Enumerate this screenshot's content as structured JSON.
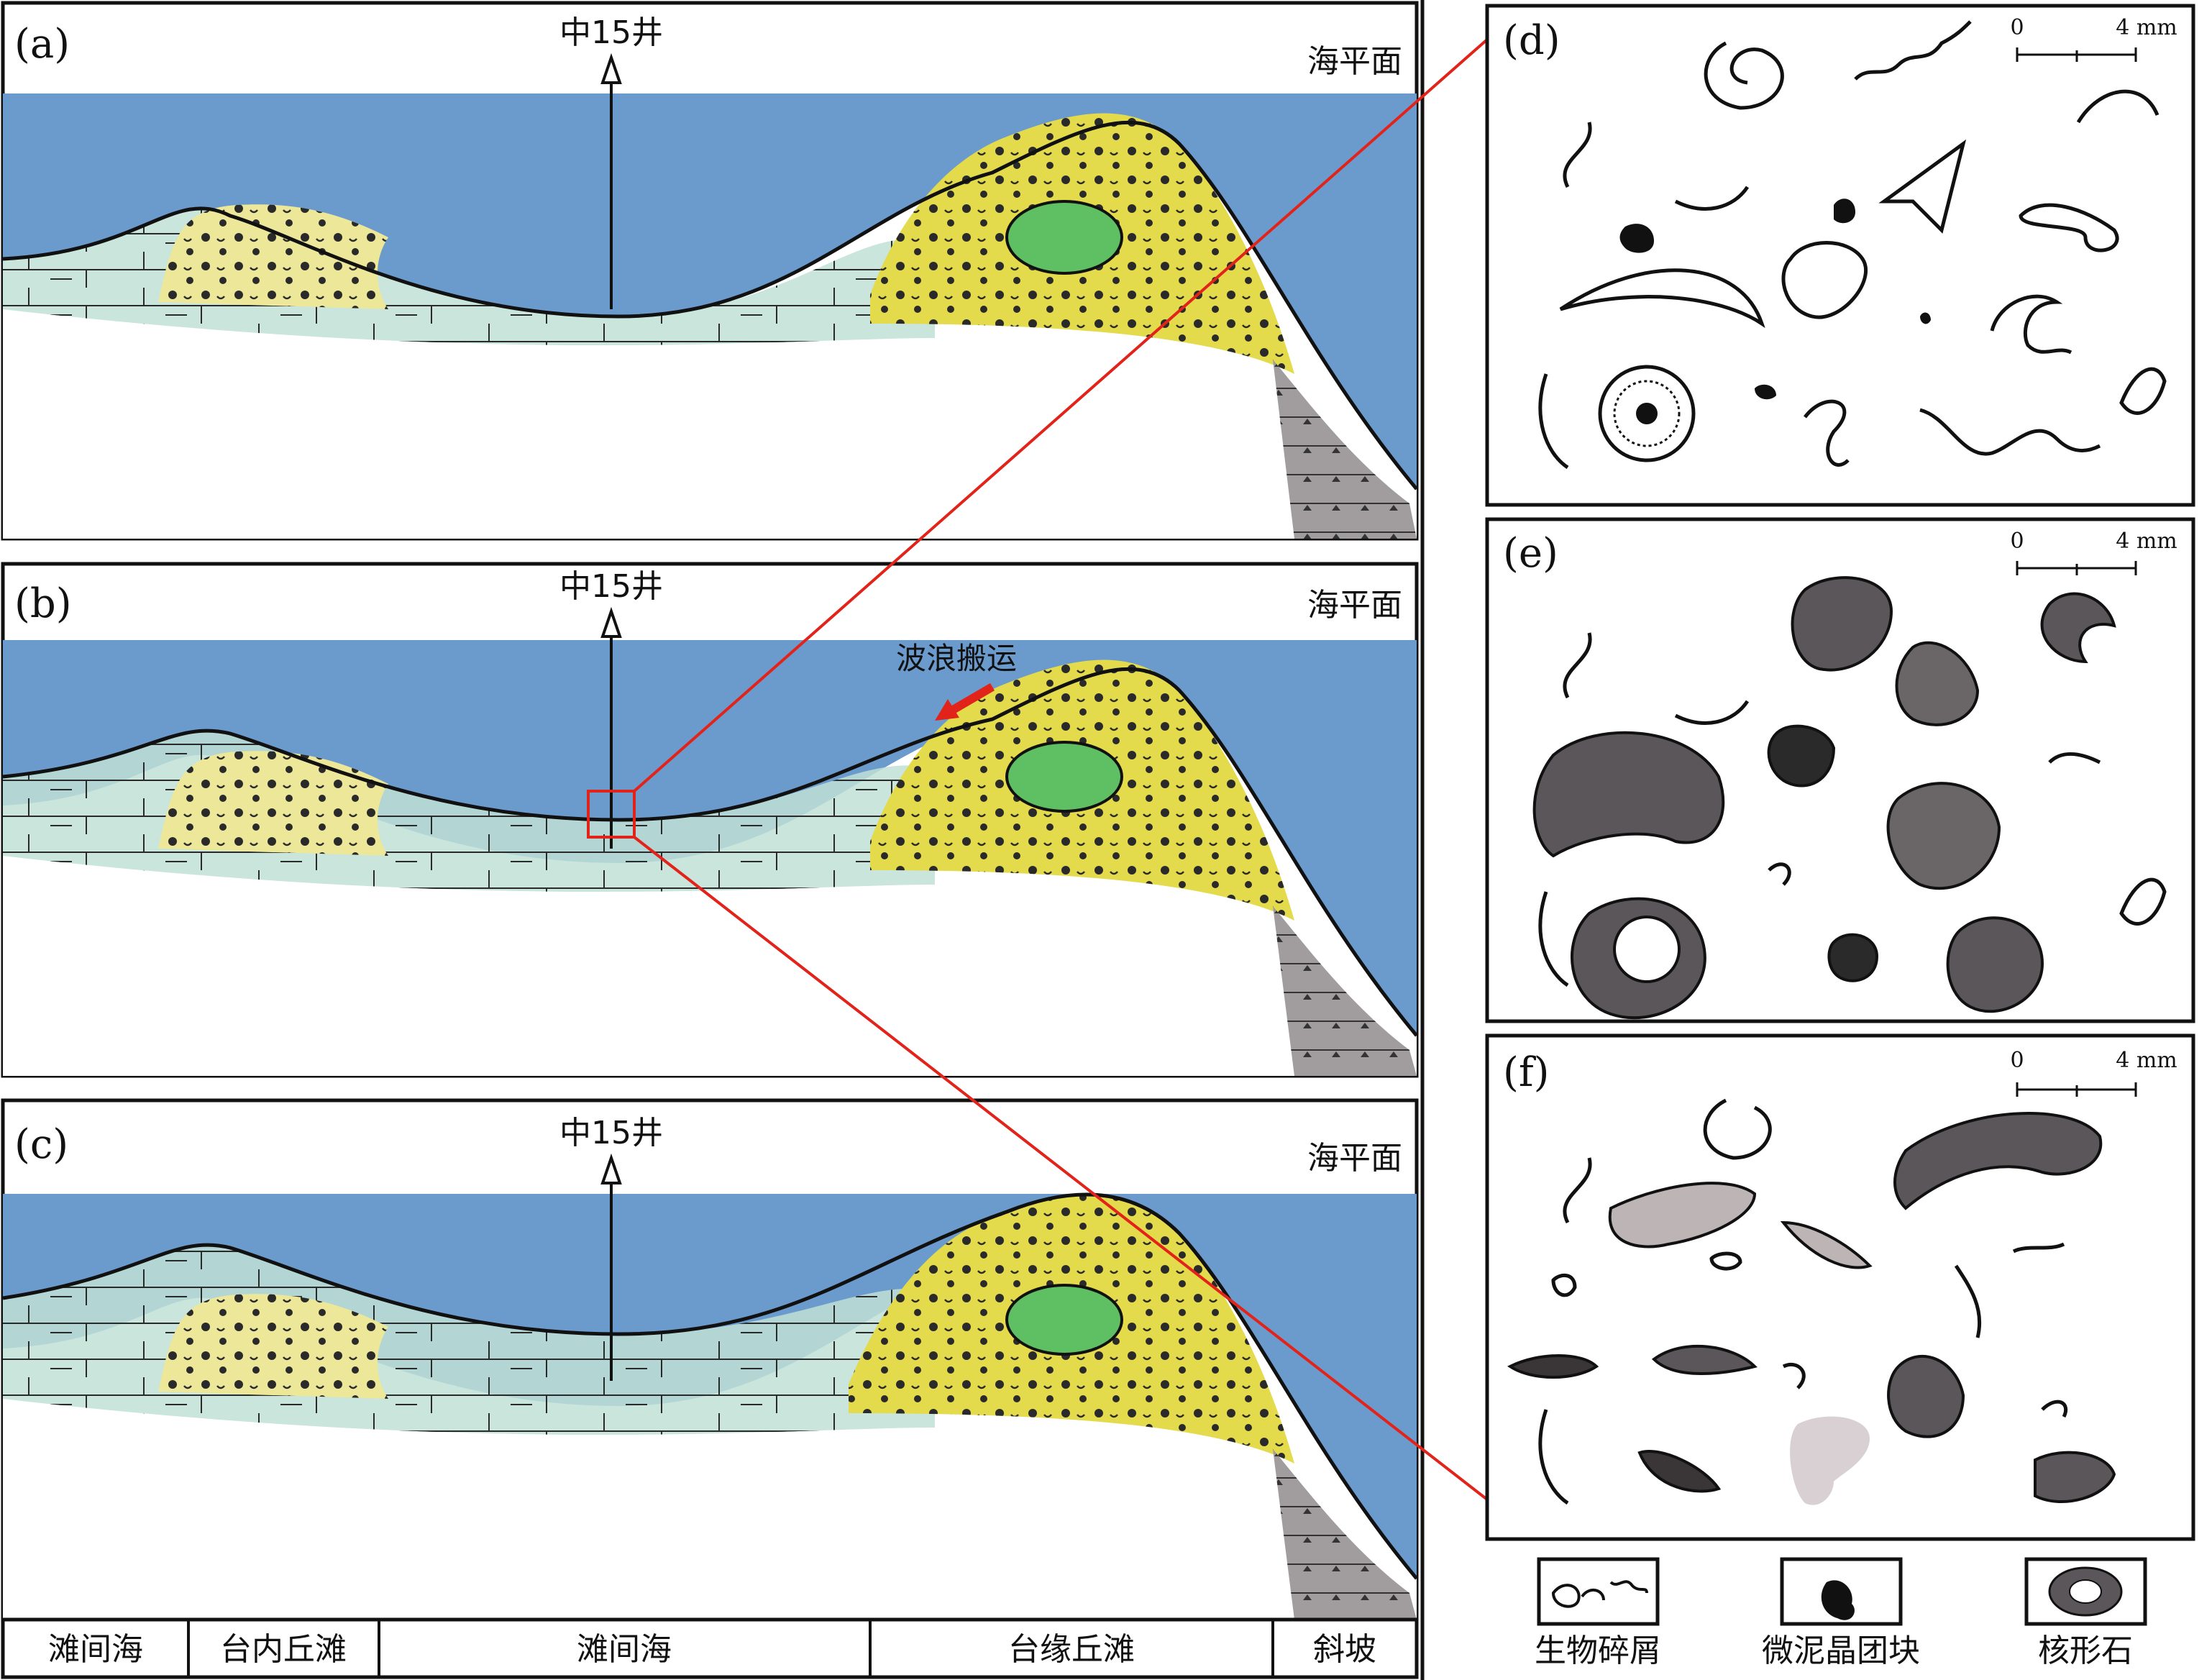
{
  "panels": {
    "a": {
      "label": "(a)",
      "well": "中15井",
      "sea_level": "海平面"
    },
    "b": {
      "label": "(b)",
      "well": "中15井",
      "sea_level": "海平面",
      "annotation": "波浪搬运"
    },
    "c": {
      "label": "(c)",
      "well": "中15井",
      "sea_level": "海平面"
    },
    "d": {
      "label": "(d)",
      "scale_zero": "0",
      "scale_max": "4 mm"
    },
    "e": {
      "label": "(e)",
      "scale_zero": "0",
      "scale_max": "4 mm"
    },
    "f": {
      "label": "(f)",
      "scale_zero": "0",
      "scale_max": "4 mm"
    }
  },
  "zones": [
    "滩间海",
    "台内丘滩",
    "滩间海",
    "台缘丘滩",
    "斜坡"
  ],
  "legend": [
    {
      "label": "生物碎屑",
      "icon": "bioclast-icon"
    },
    {
      "label": "微泥晶团块",
      "icon": "micritic-lump-icon"
    },
    {
      "label": "核形石",
      "icon": "oncoid-icon"
    }
  ],
  "colors": {
    "sea": "#6b9bcd",
    "interbank": "#bfe0d6",
    "inner_bank": "#ede79a",
    "margin_bank": "#e3da4c",
    "microbial": "#5fbf63",
    "slope": "#a19d9e",
    "arrow": "#e2231a",
    "guide": "#e2231a"
  }
}
